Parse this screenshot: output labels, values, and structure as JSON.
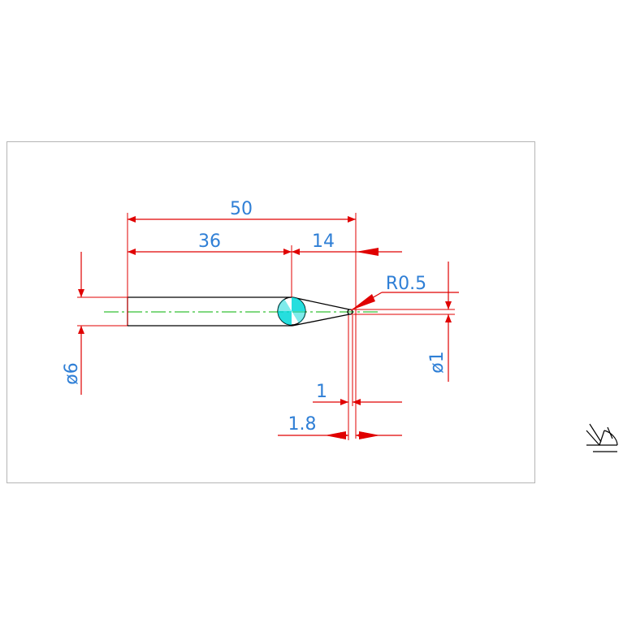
{
  "colors": {
    "background": "#ffffff",
    "frame": "#b5b5b5",
    "outline": "#000000",
    "dimension": "#e00000",
    "arrow": "#e00000",
    "text": "#2f7fd6",
    "centerline": "#00b000",
    "grip": "#00d8d8"
  },
  "dimensions": {
    "overall_length": "50",
    "shank_length": "36",
    "taper_length": "14",
    "tip_radius": "R0.5",
    "shank_diameter": "ø6",
    "tip_diameter": "ø1",
    "tip_flat": "1",
    "tip_offset": "1.8"
  },
  "icons": {
    "ucs": "ucs-icon"
  }
}
